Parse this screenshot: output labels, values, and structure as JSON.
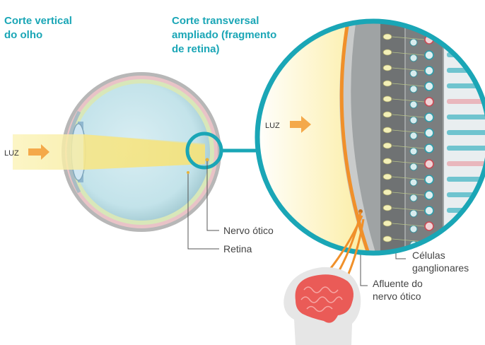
{
  "titles": {
    "left": [
      "Corte vertical",
      "do olho"
    ],
    "right": [
      "Corte transversal",
      "ampliado (fragmento",
      "de retina)"
    ]
  },
  "labels": {
    "light_left": "LUZ",
    "light_right": "LUZ",
    "optic_nerve": "Nervo ótico",
    "retina": "Retina",
    "ganglion_cells": [
      "Células",
      "ganglionares"
    ],
    "optic_nerve_afferent": [
      "Afluente do",
      "nervo ótico"
    ]
  },
  "colors": {
    "accent": "#1aa6b6",
    "light_beam": "#f6e98a",
    "arrow": "#f4a94a",
    "nerve": "#f0902a",
    "brain": "#ea5b57",
    "rod_cell": "#2f9dab",
    "cone_cell": "#c94a55"
  }
}
